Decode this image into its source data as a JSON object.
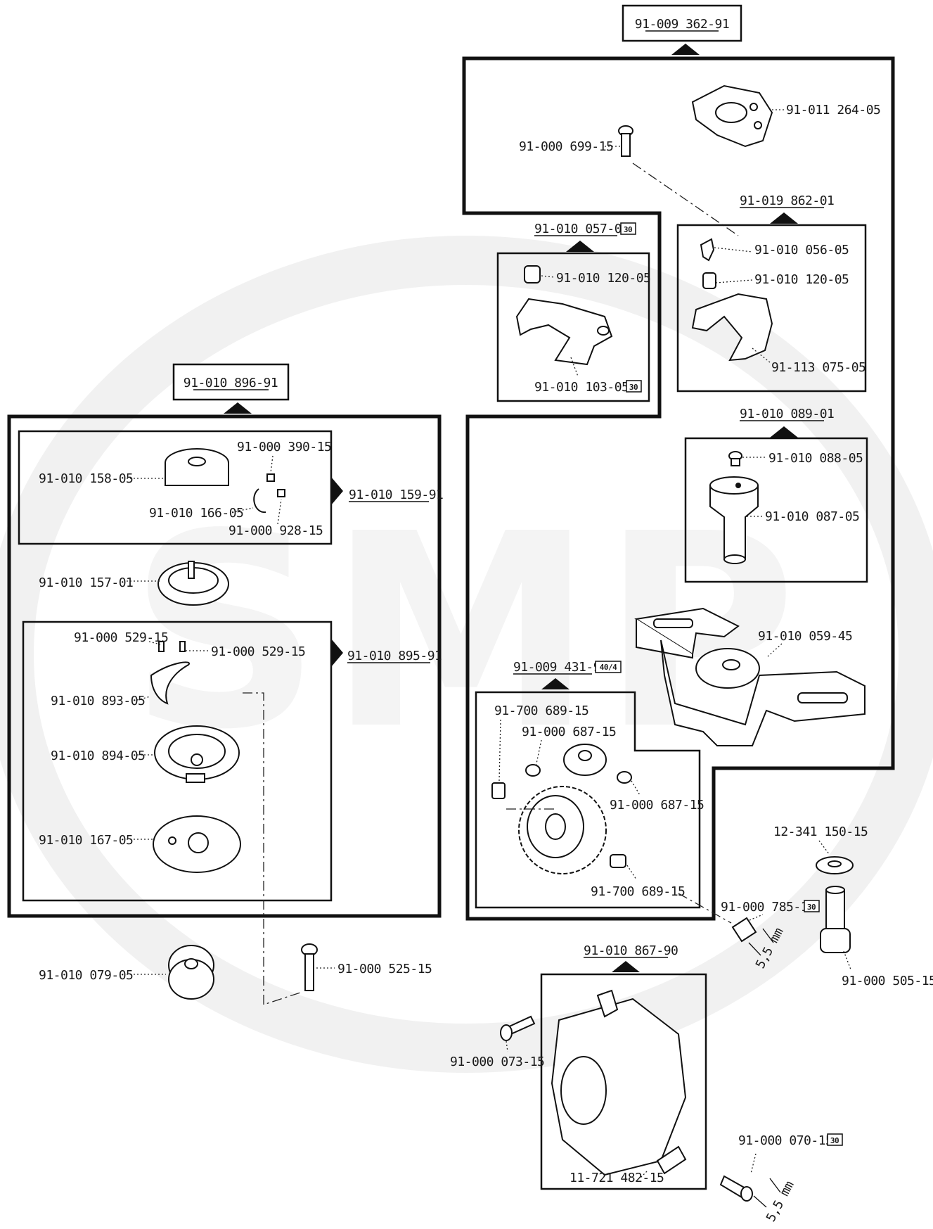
{
  "watermark": {
    "text": "SMP",
    "color": "#e9e9e9"
  },
  "assemblies": {
    "a1": "91-009 362-91",
    "a2": "91-019 862-01",
    "a3": "91-010 057-01",
    "a4": "91-010 089-01",
    "a5": "91-010 896-91",
    "a6": "91-009 431-90",
    "a7": "91-010 867-90",
    "a8": "91-010 159-91",
    "a9": "91-010 895-91"
  },
  "badges": {
    "b30": "30",
    "b404": "40/4"
  },
  "parts": {
    "p01": "91-011 264-05",
    "p02": "91-000 699-15",
    "p03": "91-010 056-05",
    "p04": "91-010 120-05",
    "p05": "91-113 075-05",
    "p06": "91-010 120-05",
    "p07": "91-010 103-05",
    "p08": "91-010 088-05",
    "p09": "91-010 087-05",
    "p10": "91-010 059-45",
    "p11": "91-000 390-15",
    "p12": "91-010 158-05",
    "p13": "91-010 166-05",
    "p14": "91-000 928-15",
    "p15": "91-010 157-01",
    "p16": "91-000 529-15",
    "p17": "91-000 529-15",
    "p18": "91-010 893-05",
    "p19": "91-010 894-05",
    "p20": "91-010 167-05",
    "p21": "91-700 689-15",
    "p22": "91-000 687-15",
    "p23": "91-000 687-15",
    "p24": "91-700 689-15",
    "p25": "12-341 150-15",
    "p26": "91-000 785-15",
    "p27": "91-000 505-15",
    "p28": "91-010 079-05",
    "p29": "91-000 525-15",
    "p30": "91-000 073-15",
    "p31": "11-721 482-15",
    "p32": "91-000 070-15"
  },
  "dimensions": {
    "d1": "5,5 mm",
    "d2": "5,5 mm"
  }
}
